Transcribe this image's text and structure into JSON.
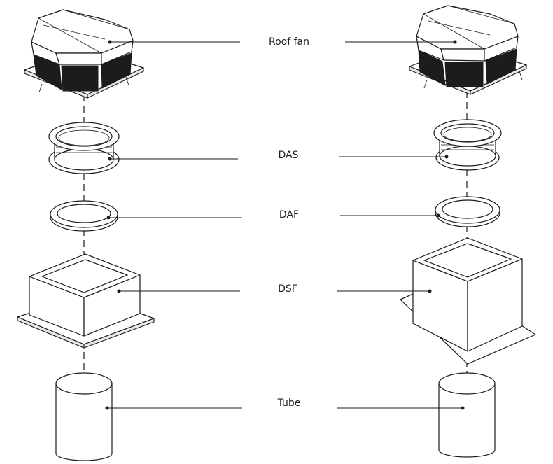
{
  "labels": {
    "roof_fan": "Roof fan",
    "das": "DAS",
    "daf": "DAF",
    "dsf": "DSF",
    "tube": "Tube"
  },
  "colors": {
    "line": "#1a1a1a",
    "dark_fill": "#1c1c1c",
    "background": "#ffffff"
  }
}
